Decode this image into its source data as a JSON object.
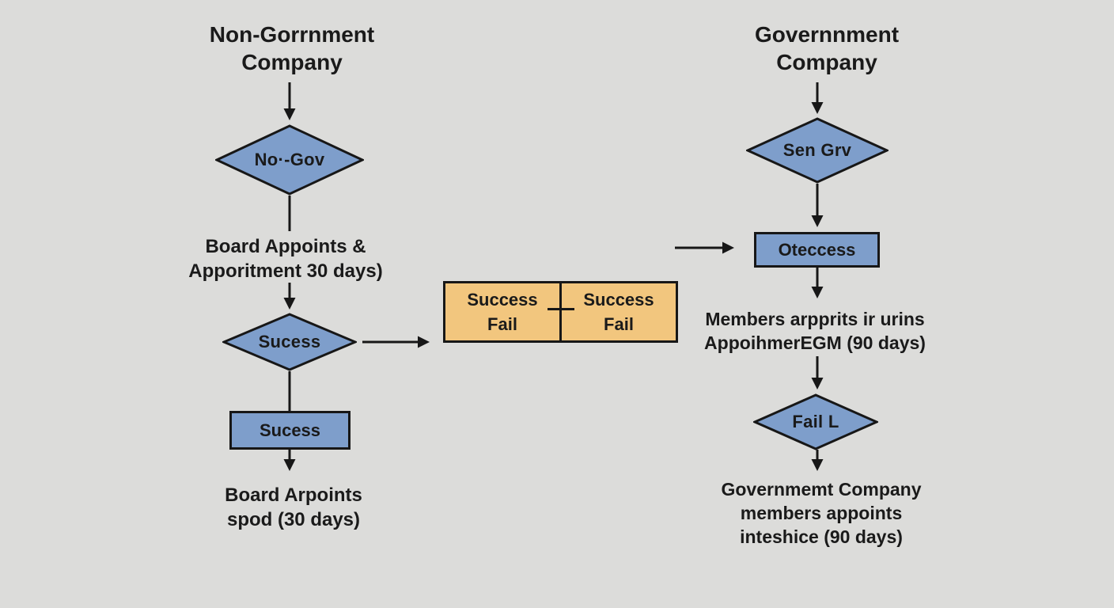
{
  "colors": {
    "background": "#dcdcda",
    "node_blue": "#7e9ecb",
    "node_orange": "#f2c67e",
    "stroke": "#171717",
    "text": "#1a1a1a"
  },
  "left_column": {
    "title": [
      "Non-Gorrnment",
      "Company"
    ],
    "decision_top": "No·-Gov",
    "step_note_1": [
      "Board Appoints &",
      "Apporitment 30 days)"
    ],
    "decision_mid": "Sucess",
    "process_box": "Sucess",
    "step_note_2": [
      "Board Arpoints",
      "spod  (30 days)"
    ]
  },
  "middle": {
    "left_cell": [
      "Success",
      "Fail"
    ],
    "right_cell": [
      "Success",
      "Fail"
    ]
  },
  "right_column": {
    "title": [
      "Governnment",
      "Company"
    ],
    "decision_top": "Sen Grv",
    "process_box": "Oteccess",
    "step_note_1": [
      "Members arpprits ir urins",
      "AppoihmerEGM (90 days)"
    ],
    "decision_mid": "Fail L",
    "step_note_2": [
      "Governmemt Company",
      "members appoints",
      "inteshice (90 days)"
    ]
  }
}
